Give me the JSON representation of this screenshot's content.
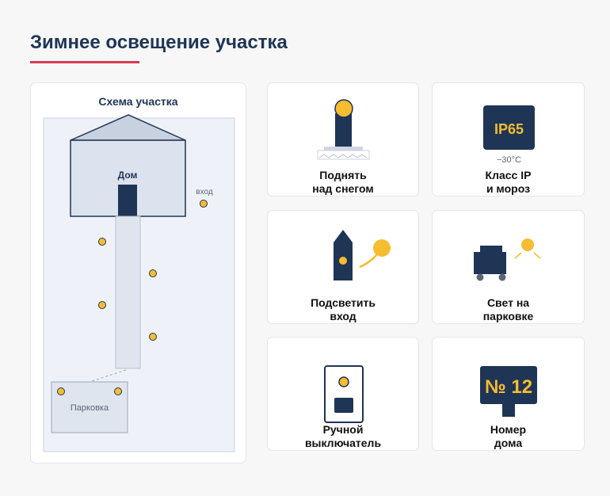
{
  "page": {
    "title": "Зимнее освещение участка"
  },
  "colors": {
    "navy": "#1f3556",
    "accent_red": "#d93a4f",
    "lamp_yellow": "#f5bd2f",
    "house_fill": "#dce2ee",
    "map_bg": "#eef2f8"
  },
  "map": {
    "title": "Схема участка",
    "house_label": "Дом",
    "entrance_label": "вход",
    "parking_label": "Парковка"
  },
  "tiles": [
    {
      "icon": "lamp-above-snow-icon",
      "lines": [
        "Поднять",
        "над снегом"
      ]
    },
    {
      "icon": "ip65-badge-icon",
      "badge": "IP65",
      "sub": "−30°C",
      "lines": [
        "Класс IP",
        "и мороз"
      ]
    },
    {
      "icon": "entrance-light-icon",
      "lines": [
        "Подсветить",
        "вход"
      ]
    },
    {
      "icon": "parking-light-icon",
      "lines": [
        "Свет на",
        "парковке"
      ]
    },
    {
      "icon": "manual-switch-icon",
      "lines": [
        "Ручной",
        "выключатель"
      ]
    },
    {
      "icon": "house-number-sign-icon",
      "badge": "№ 12",
      "lines": [
        "Номер",
        "дома"
      ]
    }
  ]
}
